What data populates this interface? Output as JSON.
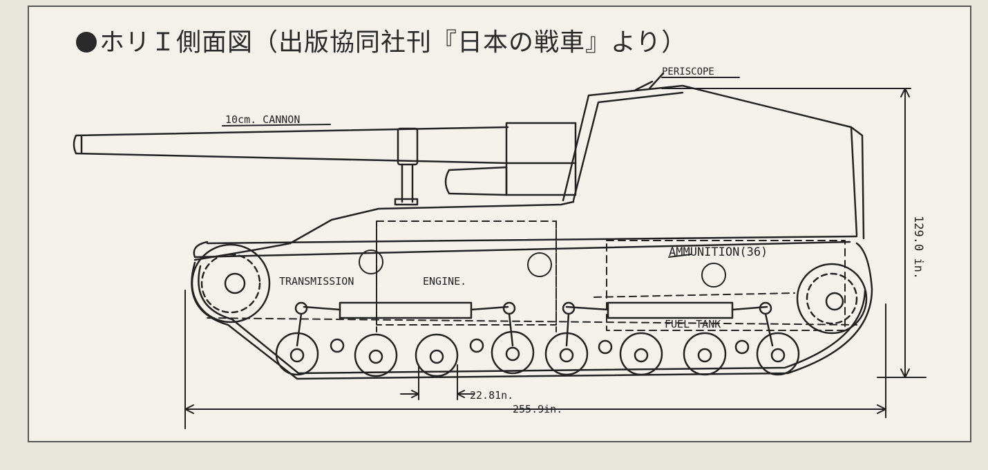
{
  "caption": {
    "text": "ホリＩ側面図（出版協同社刊『日本の戦車』より）"
  },
  "labels": {
    "periscope": "PERISCOPE",
    "cannon": "10cm. CANNON",
    "transmission": "TRANSMISSION",
    "engine": "ENGINE.",
    "ammunition": "AMMUNITION(36)",
    "fuel_tank": "FUEL TANK",
    "height": "129.0 in.",
    "wheel_spacing": "22.81n.",
    "length": "255.9in."
  },
  "colors": {
    "ink": "#222222",
    "paper": "#f3f1ea"
  }
}
